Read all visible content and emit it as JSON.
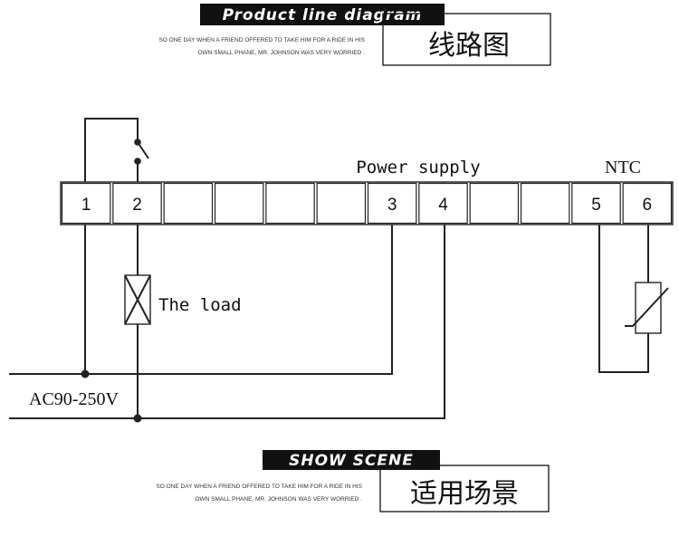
{
  "header": {
    "banner": "Product line diagram",
    "blurb_line1": "SO ONE DAY WHEN A FRIEND OFFERED TO TAKE HIM FOR A RIDE IN HIS",
    "blurb_line2": "OWN SMALL PHANE, MR. JOHNSON WAS VERY WORRIED .",
    "title_cn": "线路图"
  },
  "diagram": {
    "terminals": [
      "1",
      "2",
      "",
      "",
      "",
      "",
      "3",
      "4",
      "",
      "",
      "5",
      "6"
    ],
    "power_label": "Power supply",
    "ntc_label": "NTC",
    "load_label": "The load",
    "voltage_label": "AC90-250V"
  },
  "footer": {
    "banner": "SHOW SCENE",
    "blurb_line1": "SO ONE DAY WHEN A FRIEND OFFERED TO TAKE HIM FOR A RIDE IN HIS",
    "blurb_line2": "OWN SMALL PHANE, MR. JOHNSON WAS VERY WORRIED .",
    "title_cn": "适用场景"
  }
}
